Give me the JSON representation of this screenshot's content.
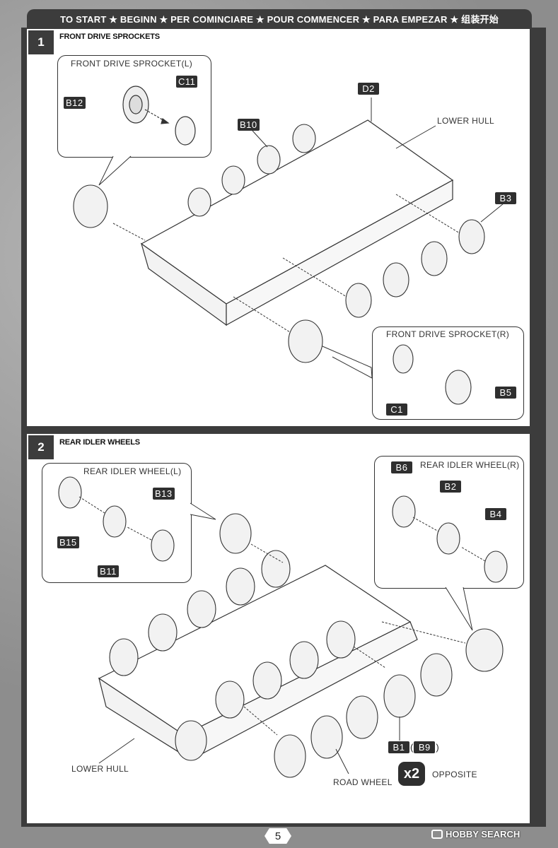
{
  "banner": {
    "text": "TO START  ★  BEGINN  ★  PER COMINCIARE  ★  POUR COMMENCER  ★  PARA EMPEZAR  ★  组装开始"
  },
  "step1": {
    "number": "1",
    "title": "FRONT DRIVE SPROCKETS",
    "inset_left_caption": "FRONT DRIVE SPROCKET(L)",
    "inset_right_caption": "FRONT DRIVE SPROCKET(R)",
    "lower_hull": "LOWER HULL",
    "parts": {
      "b12": "B12",
      "c11": "C11",
      "d2": "D2",
      "b10": "B10",
      "b3": "B3",
      "c1": "C1",
      "b5": "B5"
    }
  },
  "step2": {
    "number": "2",
    "title": "REAR IDLER WHEELS",
    "inset_left_caption": "REAR IDLER WHEEL(L)",
    "inset_right_caption": "REAR IDLER WHEEL(R)",
    "lower_hull": "LOWER HULL",
    "road_wheel": "ROAD WHEEL",
    "quantity": "x2",
    "opposite": "OPPOSITE",
    "parts": {
      "b13": "B13",
      "b15": "B15",
      "b11": "B11",
      "b6": "B6",
      "b2": "B2",
      "b4": "B4",
      "b1": "B1",
      "b9": "B9"
    }
  },
  "footer": {
    "page": "5",
    "watermark": "HOBBY SEARCH"
  }
}
